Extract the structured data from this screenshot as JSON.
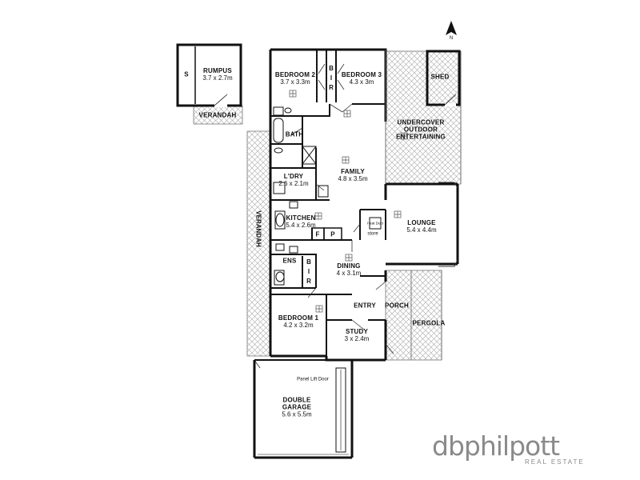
{
  "rooms": {
    "rumpus": {
      "name": "RUMPUS",
      "dim": "3.7 x 2.7m"
    },
    "s_label": "S",
    "verandah_small": "VERANDAH",
    "bedroom2": {
      "name": "BEDROOM 2",
      "dim": "3.7 x 3.3m"
    },
    "bedroom3": {
      "name": "BEDROOM 3",
      "dim": "4.3 x 3m"
    },
    "shed": "SHED",
    "bath": "BATH",
    "outdoor": {
      "line1": "UNDERCOVER",
      "line2": "OUTDOOR",
      "line3": "ENTERTAINING"
    },
    "laundry": {
      "name": "L'DRY",
      "dim": "2.6 x 2.1m"
    },
    "family": {
      "name": "FAMILY",
      "dim": "4.8 x 3.5m"
    },
    "verandah_long": "VERANDAH",
    "kitchen": {
      "name": "KITCHEN",
      "dim": "5.4 x 2.6m"
    },
    "lounge": {
      "name": "LOUNGE",
      "dim": "5.4 x 4.4m"
    },
    "heat_duct": {
      "line1": "Heat",
      "line2": "Duct"
    },
    "store": "store",
    "pantry_f": "F",
    "pantry_p": "P",
    "ens": "ENS",
    "dining": {
      "name": "DINING",
      "dim": "4 x 3.1m"
    },
    "entry": "ENTRY",
    "porch": "PORCH",
    "bedroom1": {
      "name": "BEDROOM 1",
      "dim": "4.2 x 3.2m"
    },
    "pergola": "PERGOLA",
    "study": {
      "name": "STUDY",
      "dim": "3 x 2.4m"
    },
    "panel_door": "Panel Lift Door",
    "garage": {
      "line1": "DOUBLE",
      "line2": "GARAGE",
      "dim": "5.6 x 5.5m"
    },
    "bir": [
      "B",
      "I",
      "R"
    ]
  },
  "brand": {
    "name": "dbphilpott",
    "tagline": "REAL ESTATE"
  },
  "north": {
    "label": "N"
  },
  "colors": {
    "wall": "#111111",
    "hatch": "#9a9a9a",
    "text": "#111111",
    "logo": "#8a8a8a"
  }
}
